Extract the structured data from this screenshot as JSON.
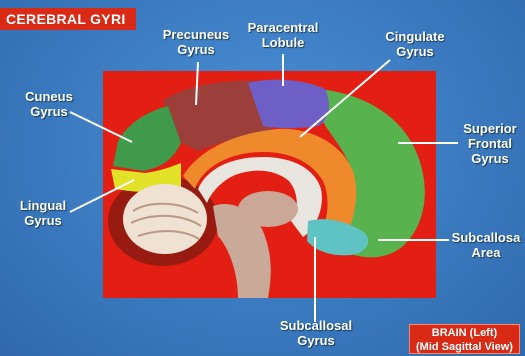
{
  "title": "CEREBRAL GYRI",
  "caption": {
    "line1": "BRAIN (Left)",
    "line2": "(Mid Sagittal View)"
  },
  "labels": {
    "precuneus": [
      "Precuneus",
      "Gyrus"
    ],
    "paracentral": [
      "Paracentral",
      "Lobule"
    ],
    "cingulate": [
      "Cingulate",
      "Gyrus"
    ],
    "cuneus": [
      "Cuneus",
      "Gyrus"
    ],
    "superior_frontal": [
      "Superior",
      "Frontal",
      "Gyrus"
    ],
    "lingual": [
      "Lingual",
      "Gyrus"
    ],
    "subcallosa_area": [
      "Subcallosa",
      "Area"
    ],
    "subcallosal_gyrus": [
      "Subcallosal",
      "Gyrus"
    ]
  },
  "colors": {
    "background": "#3a78bd",
    "banner": "#d92a16",
    "photo_backdrop": "#e31e12",
    "precuneus": "#9c3f3a",
    "paracentral": "#6e5fc6",
    "cingulate": "#ee8a2c",
    "cuneus": "#3f9a4a",
    "frontal": "#58b24d",
    "lingual": "#e2e228",
    "subcallosal": "#5fc3c4",
    "white_matter": "#e9e5df"
  },
  "icons": [
    "brain-midsagittal-image"
  ]
}
